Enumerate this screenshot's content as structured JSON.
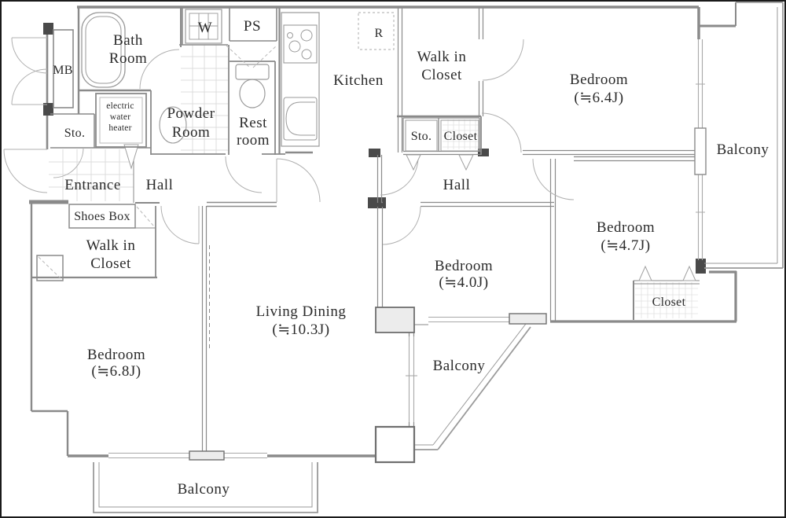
{
  "plan": {
    "type": "apartment-floor-plan",
    "wall_color": "#8a8a8a",
    "dark_wall_color": "#4a4a4a",
    "text_color": "#2b2b2b",
    "rooms": {
      "mb": {
        "label": "MB"
      },
      "bath": {
        "line1": "Bath",
        "line2": "Room"
      },
      "w": {
        "label": "W"
      },
      "ps": {
        "label": "PS"
      },
      "kitchen": {
        "label": "Kitchen"
      },
      "fridge": {
        "label": "R"
      },
      "wic_top": {
        "line1": "Walk in",
        "line2": "Closet"
      },
      "sto_top": {
        "label": "Sto."
      },
      "closet_top": {
        "label": "Closet"
      },
      "bedroom64": {
        "line1": "Bedroom",
        "line2": "(≒6.4J)"
      },
      "balcony_right": {
        "label": "Balcony"
      },
      "heater": {
        "line1": "electric",
        "line2": "water",
        "line3": "heater"
      },
      "sto_left": {
        "label": "Sto."
      },
      "powder": {
        "line1": "Powder",
        "line2": "Room"
      },
      "rest": {
        "line1": "Rest",
        "line2": "room"
      },
      "entrance": {
        "label": "Entrance"
      },
      "hall_left": {
        "label": "Hall"
      },
      "shoes": {
        "label": "Shoes Box"
      },
      "wic_left": {
        "line1": "Walk in",
        "line2": "Closet"
      },
      "hall_right": {
        "label": "Hall"
      },
      "bedroom47": {
        "line1": "Bedroom",
        "line2": "(≒4.7J)"
      },
      "closet_right": {
        "label": "Closet"
      },
      "bedroom40": {
        "line1": "Bedroom",
        "line2": "(≒4.0J)"
      },
      "living": {
        "line1": "Living Dining",
        "line2": "(≒10.3J)"
      },
      "bedroom68": {
        "line1": "Bedroom",
        "line2": "(≒6.8J)"
      },
      "balcony_mid": {
        "label": "Balcony"
      },
      "balcony_bottom": {
        "label": "Balcony"
      }
    }
  }
}
